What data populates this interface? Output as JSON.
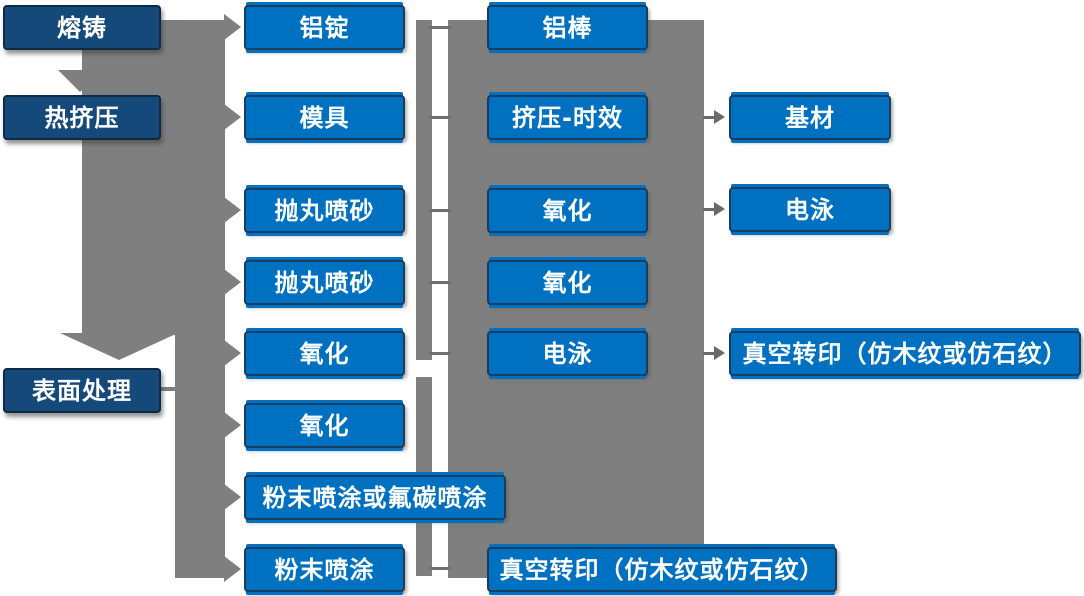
{
  "diagram_type": "flowchart",
  "palette": {
    "node_dark_blue": "#15497A",
    "node_bright_blue": "#0070C0",
    "connector_gray": "#7F7F7F",
    "node_border": "#1A3C5E",
    "node_text": "#FFFFFF",
    "background": "#FFFFFF"
  },
  "nodes": {
    "col1": [
      "熔铸",
      "热挤压",
      "表面处理"
    ],
    "col2": [
      "铝锭",
      "模具",
      "抛丸喷砂",
      "抛丸喷砂",
      "氧化",
      "氧化",
      "粉末喷涂或氟碳喷涂",
      "粉末喷涂"
    ],
    "col3": [
      "铝棒",
      "挤压-时效",
      "氧化",
      "氧化",
      "电泳",
      "真空转印（仿木纹或仿石纹）"
    ],
    "col4": [
      "基材",
      "电泳",
      "真空转印（仿木纹或仿石纹）"
    ]
  },
  "edges": [
    "熔铸 → 铝锭",
    "熔铸 → 热挤压",
    "热挤压 → 模具",
    "热挤压 → 表面处理",
    "表面处理 → 抛丸喷砂",
    "表面处理 → 抛丸喷砂",
    "表面处理 → 氧化",
    "表面处理 → 氧化",
    "表面处理 → 粉末喷涂或氟碳喷涂",
    "表面处理 → 粉末喷涂",
    "铝锭 → 铝棒",
    "模具 → 挤压-时效",
    "抛丸喷砂 → 氧化",
    "抛丸喷砂 → 氧化",
    "氧化 → 电泳",
    "挤压-时效 → 基材",
    "氧化 → 电泳",
    "电泳 → 真空转印（仿木纹或仿石纹）",
    "粉末喷涂 → 真空转印（仿木纹或仿石纹）"
  ]
}
